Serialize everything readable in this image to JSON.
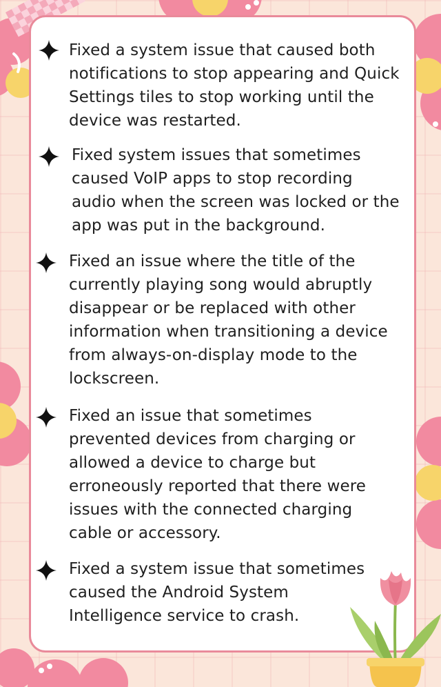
{
  "items": [
    {
      "text": "Fixed a system issue that caused both notifications to stop appearing and Quick Settings tiles to stop working until the device was restarted."
    },
    {
      "text": "Fixed system issues that sometimes caused VoIP apps to stop recording audio when the screen was locked or the app was put in the background."
    },
    {
      "text": "Fixed an issue where the title of the currently playing song would abruptly disappear or be replaced with other information when transitioning a device from always-on-display mode to the lockscreen."
    },
    {
      "text": "Fixed an issue that sometimes prevented devices from charging or allowed a device to charge but erroneously reported that there were issues with the connected charging cable or accessory."
    },
    {
      "text": "Fixed a system issue that sometimes caused the Android System Intelligence service to crash."
    }
  ],
  "icons": {
    "bullet": "four-point-star-icon"
  },
  "colors": {
    "background": "#fbe6da",
    "card_border": "#e98a9a",
    "flower_petal": "#f28aa0",
    "flower_center": "#f7d46a",
    "text": "#1f1f1f"
  }
}
